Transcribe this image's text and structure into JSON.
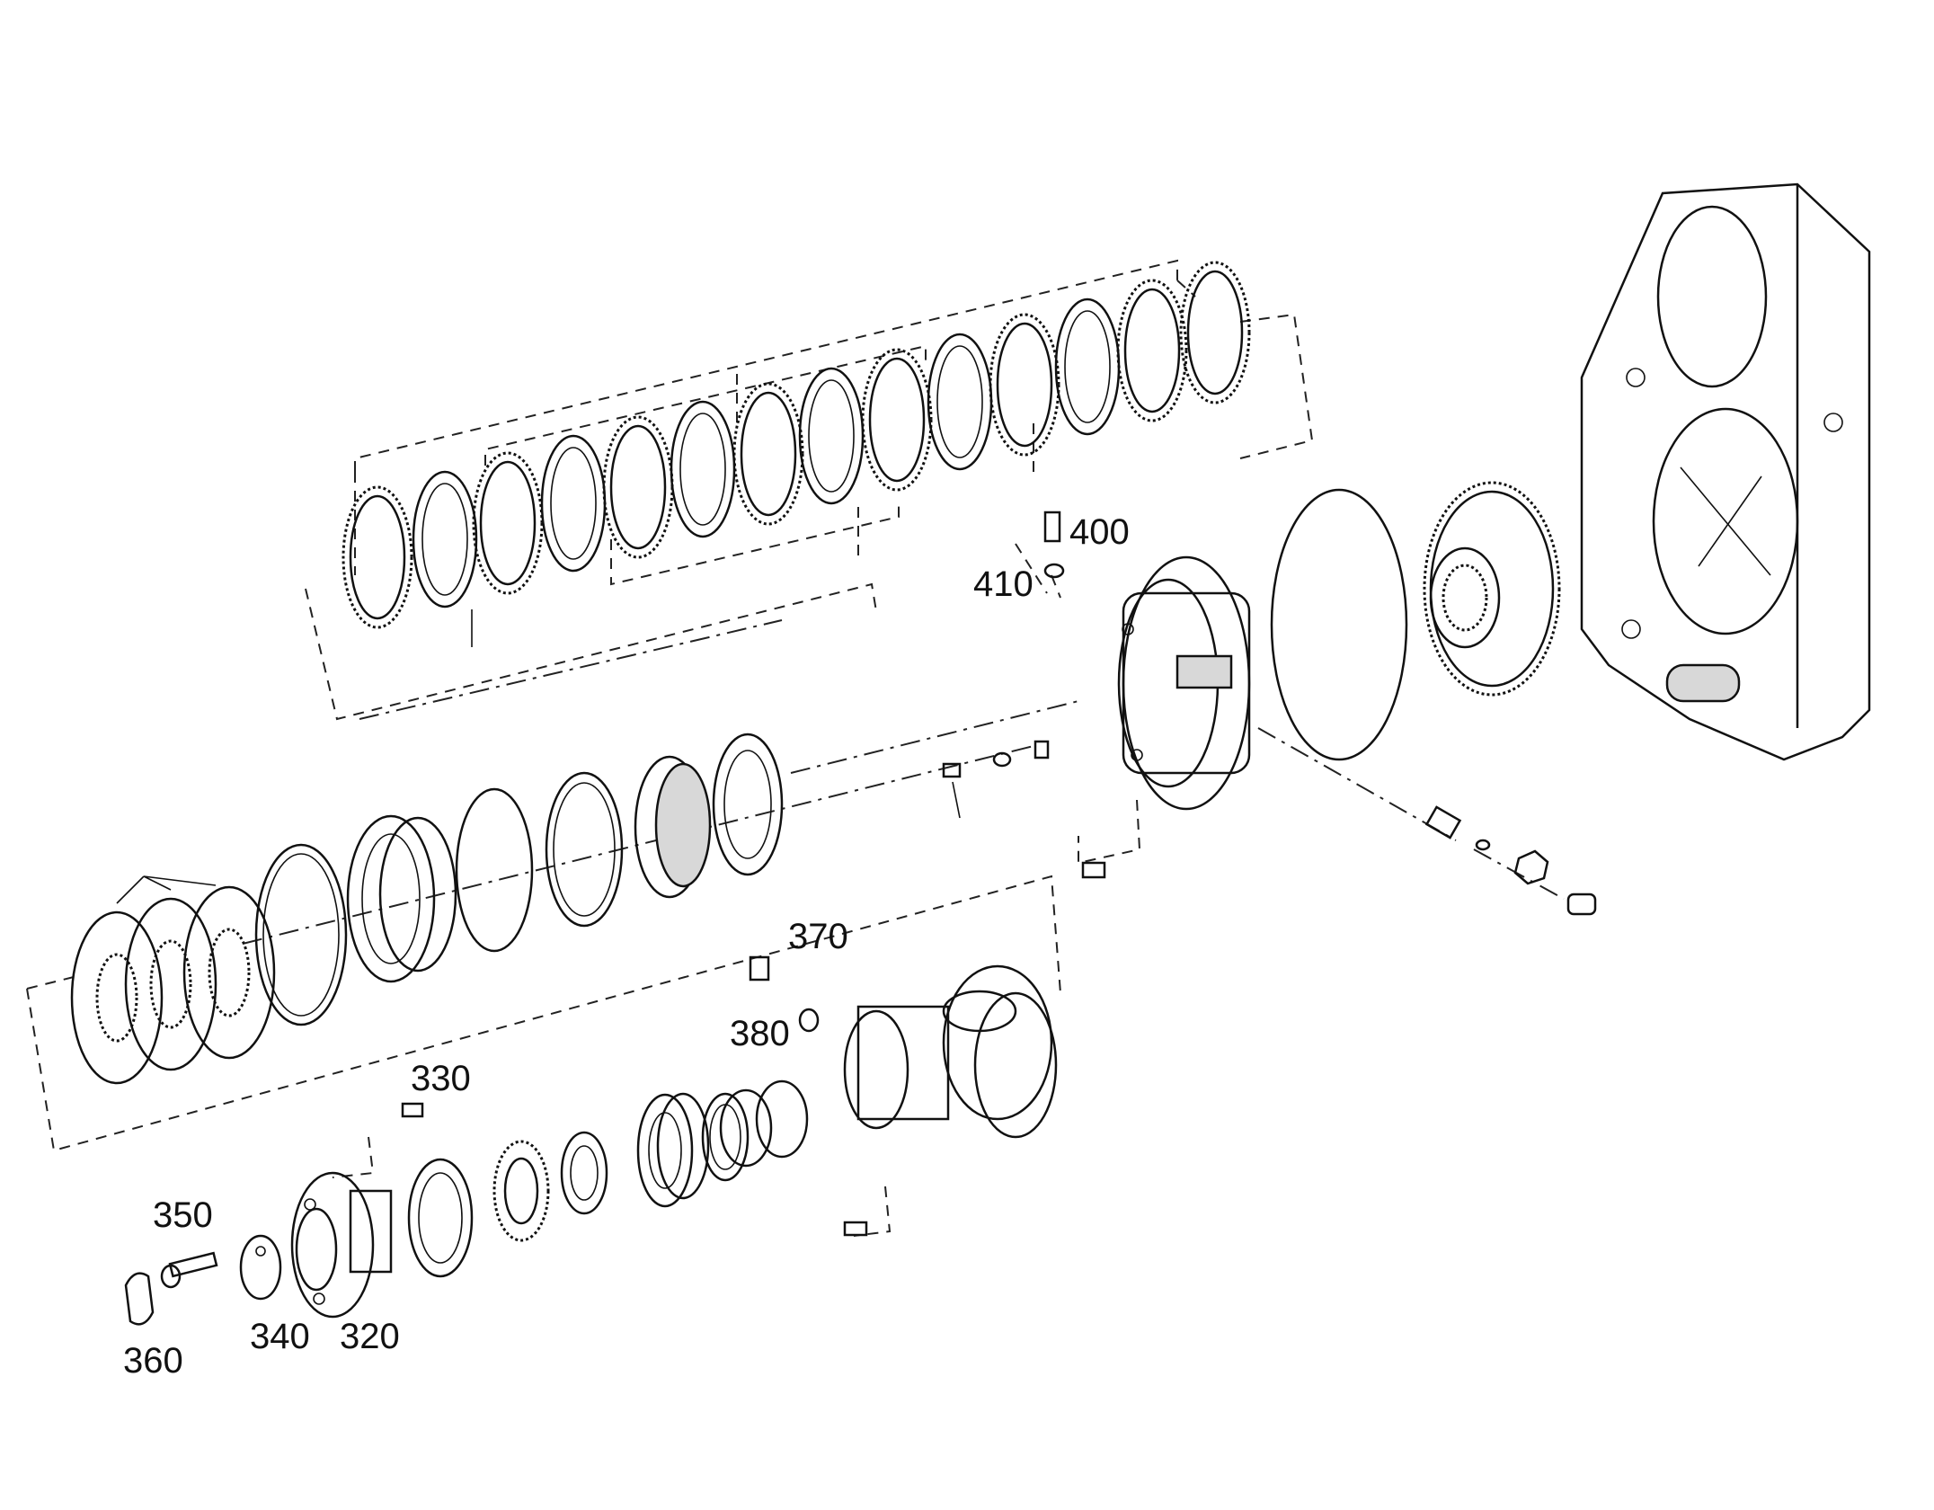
{
  "labels": {
    "p320": "320",
    "p330": "330",
    "p340": "340",
    "p350": "350",
    "p360": "360",
    "p370": "370",
    "p380": "380",
    "p400": "400",
    "p410": "410"
  }
}
